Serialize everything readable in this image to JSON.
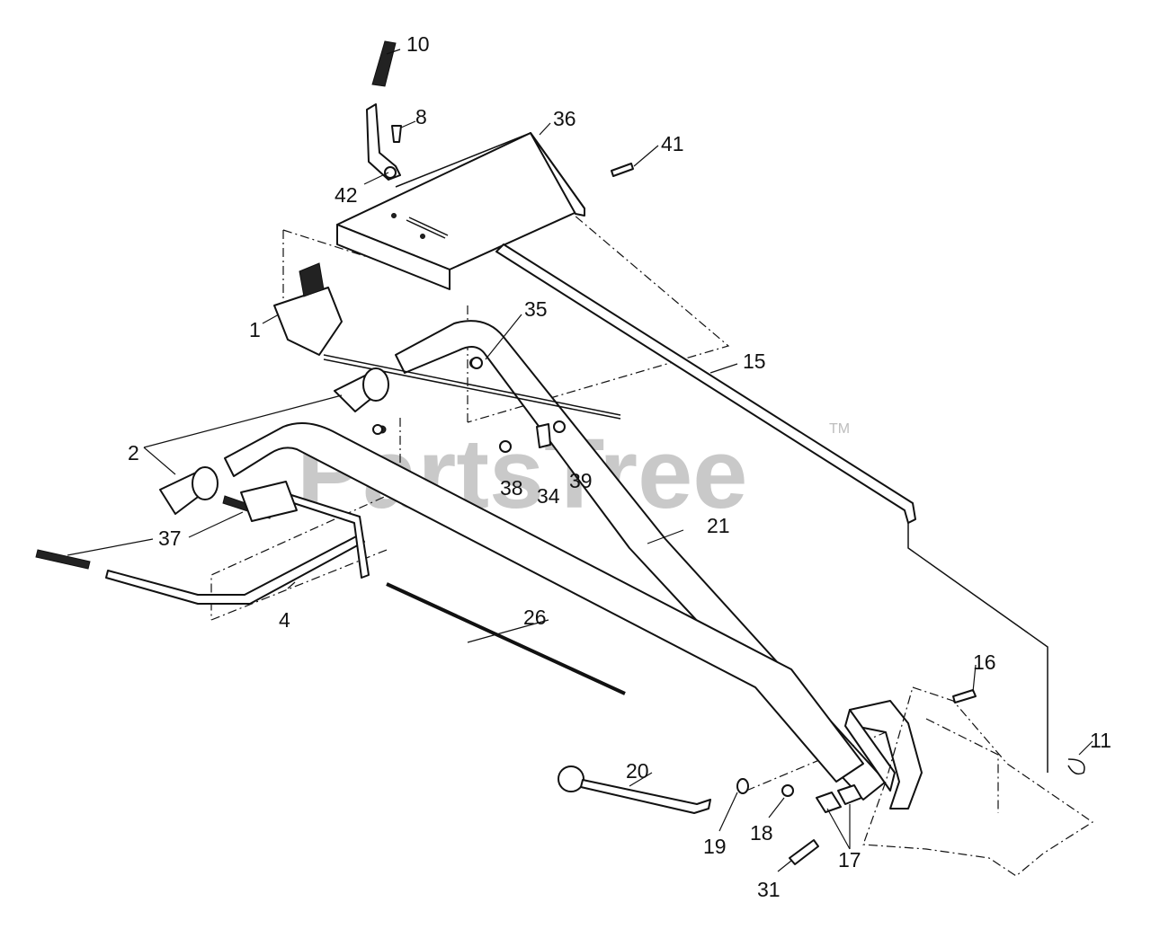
{
  "watermark": {
    "text": "PartsTree",
    "trademark": "TM"
  },
  "callouts": [
    {
      "id": "c10",
      "label": "10"
    },
    {
      "id": "c8",
      "label": "8"
    },
    {
      "id": "c36",
      "label": "36"
    },
    {
      "id": "c41",
      "label": "41"
    },
    {
      "id": "c42",
      "label": "42"
    },
    {
      "id": "c1",
      "label": "1"
    },
    {
      "id": "c35",
      "label": "35"
    },
    {
      "id": "c15",
      "label": "15"
    },
    {
      "id": "c2",
      "label": "2"
    },
    {
      "id": "c38",
      "label": "38"
    },
    {
      "id": "c34",
      "label": "34"
    },
    {
      "id": "c39",
      "label": "39"
    },
    {
      "id": "c21",
      "label": "21"
    },
    {
      "id": "c37",
      "label": "37"
    },
    {
      "id": "c4",
      "label": "4"
    },
    {
      "id": "c26",
      "label": "26"
    },
    {
      "id": "c16",
      "label": "16"
    },
    {
      "id": "c11",
      "label": "11"
    },
    {
      "id": "c20",
      "label": "20"
    },
    {
      "id": "c19",
      "label": "19"
    },
    {
      "id": "c18",
      "label": "18"
    },
    {
      "id": "c17",
      "label": "17"
    },
    {
      "id": "c31",
      "label": "31"
    }
  ]
}
